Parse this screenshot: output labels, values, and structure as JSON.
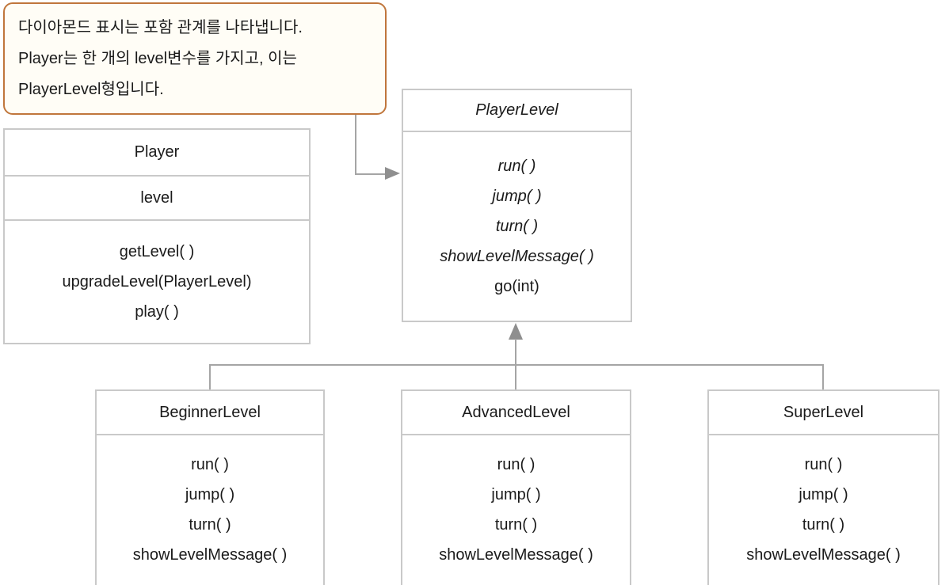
{
  "callout": {
    "lines": [
      "다이아몬드 표시는 포함 관계를 나타냅니다.",
      "Player는 한 개의 level변수를 가지고, 이는",
      "PlayerLevel형입니다."
    ]
  },
  "classes": {
    "player": {
      "name": "Player",
      "attributes": [
        "level"
      ],
      "methods": [
        "getLevel( )",
        "upgradeLevel(PlayerLevel)",
        "play( )"
      ]
    },
    "player_level": {
      "name": "PlayerLevel",
      "abstract": true,
      "abstract_methods": [
        "run( )",
        "jump( )",
        "turn( )",
        "showLevelMessage( )"
      ],
      "methods": [
        "go(int)"
      ]
    },
    "beginner": {
      "name": "BeginnerLevel",
      "methods": [
        "run( )",
        "jump( )",
        "turn( )",
        "showLevelMessage( )"
      ]
    },
    "advanced": {
      "name": "AdvancedLevel",
      "methods": [
        "run( )",
        "jump( )",
        "turn( )",
        "showLevelMessage( )"
      ]
    },
    "super": {
      "name": "SuperLevel",
      "methods": [
        "run( )",
        "jump( )",
        "turn( )",
        "showLevelMessage( )"
      ]
    }
  },
  "relationships": {
    "annotation_arrow": {
      "from": "callout",
      "to": "PlayerLevel"
    },
    "inheritance": {
      "parent": "PlayerLevel",
      "children": [
        "BeginnerLevel",
        "AdvancedLevel",
        "SuperLevel"
      ]
    }
  },
  "colors": {
    "callout_border": "#c0763c",
    "callout_background": "#fffdf6",
    "box_border": "#c9c9c9",
    "connector_line": "#a5a5a5",
    "arrowhead": "#8f8f8f",
    "text": "#1a1a1a"
  }
}
